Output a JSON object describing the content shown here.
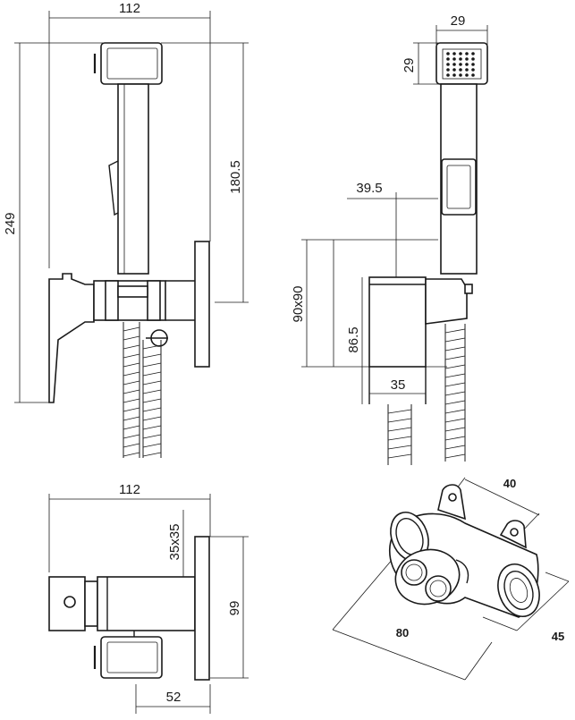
{
  "dimensions": {
    "front_width": "112",
    "front_height": "249",
    "front_hand_shower": "180.5",
    "side_head_width": "29",
    "side_head_height": "29",
    "side_offset": "39.5",
    "side_square": "90x90",
    "side_height": "86.5",
    "side_body": "35",
    "top_width": "112",
    "top_square": "35x35",
    "top_plate": "99",
    "top_depth": "52",
    "valve_width": "40",
    "valve_length": "80",
    "valve_depth": "45"
  }
}
